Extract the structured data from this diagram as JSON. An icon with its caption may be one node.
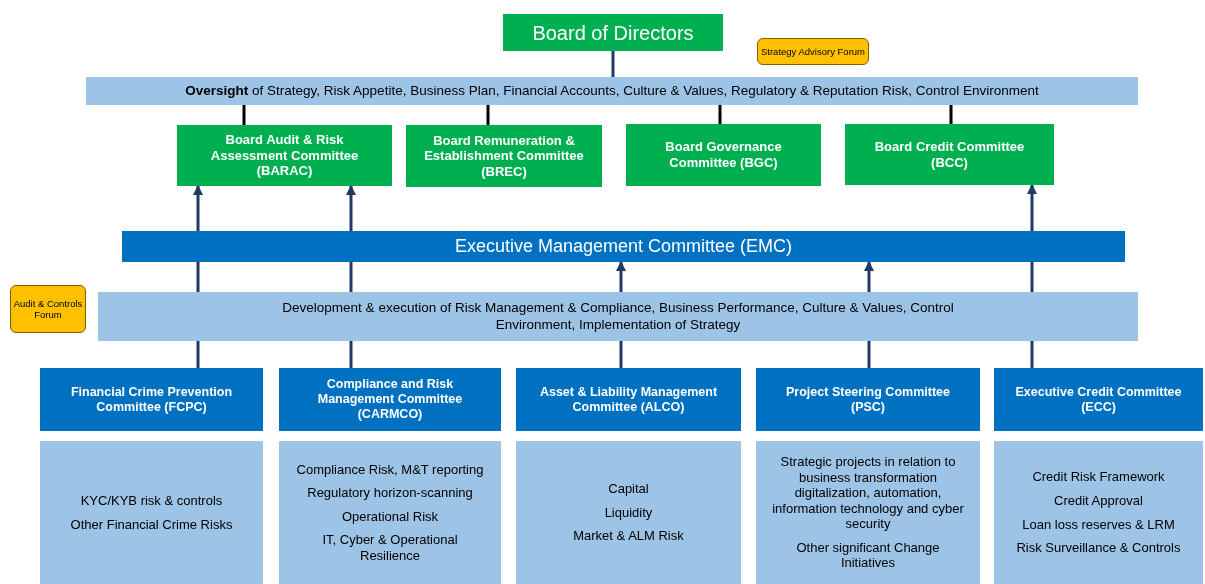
{
  "diagram": {
    "nodes": [
      {
        "text": [
          "Board of Directors"
        ]
      },
      {
        "text": [
          "Strategy Advisory Forum"
        ]
      },
      {
        "text": [
          "**Oversight** of Strategy, Risk Appetite, Business Plan, Financial Accounts, Culture & Values, Regulatory & Reputation Risk, Control Environment"
        ]
      },
      {
        "text": [
          "Board Audit & Risk Assessment Committee (BARAC)"
        ]
      },
      {
        "text": [
          "Board Remuneration & Establishment Committee (BREC)"
        ]
      },
      {
        "text": [
          "Board Governance Committee (BGC)"
        ]
      },
      {
        "text": [
          "Board Credit Committee (BCC)"
        ]
      },
      {
        "text": [
          "Executive Management Committee (EMC)"
        ]
      },
      {
        "text": [
          "Audit & Controls Forum"
        ]
      },
      {
        "text": [
          "Development & execution of Risk Management & Compliance, Business Performance, Culture & Values, Control Environment, Implementation of Strategy"
        ]
      },
      {
        "text": [
          "Financial Crime Prevention Committee (FCPC)"
        ]
      },
      {
        "text": [
          "Compliance and Risk Management Committee (CARMCO)"
        ]
      },
      {
        "text": [
          "Asset & Liability Management Committee (ALCO)"
        ]
      },
      {
        "text": [
          "Project Steering Committee (PSC)"
        ]
      },
      {
        "text": [
          "Executive Credit Committee (ECC)"
        ]
      },
      {
        "text": [
          "KYC/KYB risk & controls",
          "Other Financial Crime Risks"
        ]
      },
      {
        "text": [
          "Compliance Risk, M&T reporting",
          "Regulatory horizon-scanning",
          "Operational Risk",
          "IT, Cyber & Operational Resilience"
        ]
      },
      {
        "text": [
          "Capital",
          "Liquidity",
          "Market & ALM Risk"
        ]
      },
      {
        "text": [
          "Strategic projects in relation to business transformation digitalization, automation, information technology and cyber security",
          "Other significant Change Initiatives"
        ]
      },
      {
        "text": [
          "Credit Risk Framework",
          "Credit Approval",
          "Loan loss reserves & LRM",
          "Risk Surveillance & Controls"
        ]
      }
    ],
    "edges": [
      {
        "from": 0,
        "to": 2,
        "arrow": "none"
      },
      {
        "from": 2,
        "to": 3,
        "arrow": "none",
        "color": "#000000"
      },
      {
        "from": 2,
        "to": 4,
        "arrow": "none",
        "color": "#000000"
      },
      {
        "from": 2,
        "to": 5,
        "arrow": "none",
        "color": "#000000"
      },
      {
        "from": 2,
        "to": 6,
        "arrow": "none",
        "color": "#000000"
      },
      {
        "from": 10,
        "to": 9,
        "arrow": "none"
      },
      {
        "from": 11,
        "to": 9,
        "arrow": "none"
      },
      {
        "from": 12,
        "to": 9,
        "arrow": "none"
      },
      {
        "from": 13,
        "to": 9,
        "arrow": "none"
      },
      {
        "from": 14,
        "to": 9,
        "arrow": "none"
      },
      {
        "from": 9,
        "to": 7,
        "arrow": "none"
      },
      {
        "from": 9,
        "to": 7,
        "arrow": "none"
      },
      {
        "from": 9,
        "to": 7,
        "arrow": "to"
      },
      {
        "from": 9,
        "to": 7,
        "arrow": "to"
      },
      {
        "from": 9,
        "to": 7,
        "arrow": "none"
      },
      {
        "from": 7,
        "to": 3,
        "arrow": "to"
      },
      {
        "from": 7,
        "to": 3,
        "arrow": "to"
      },
      {
        "from": 7,
        "to": 6,
        "arrow": "to"
      }
    ]
  }
}
